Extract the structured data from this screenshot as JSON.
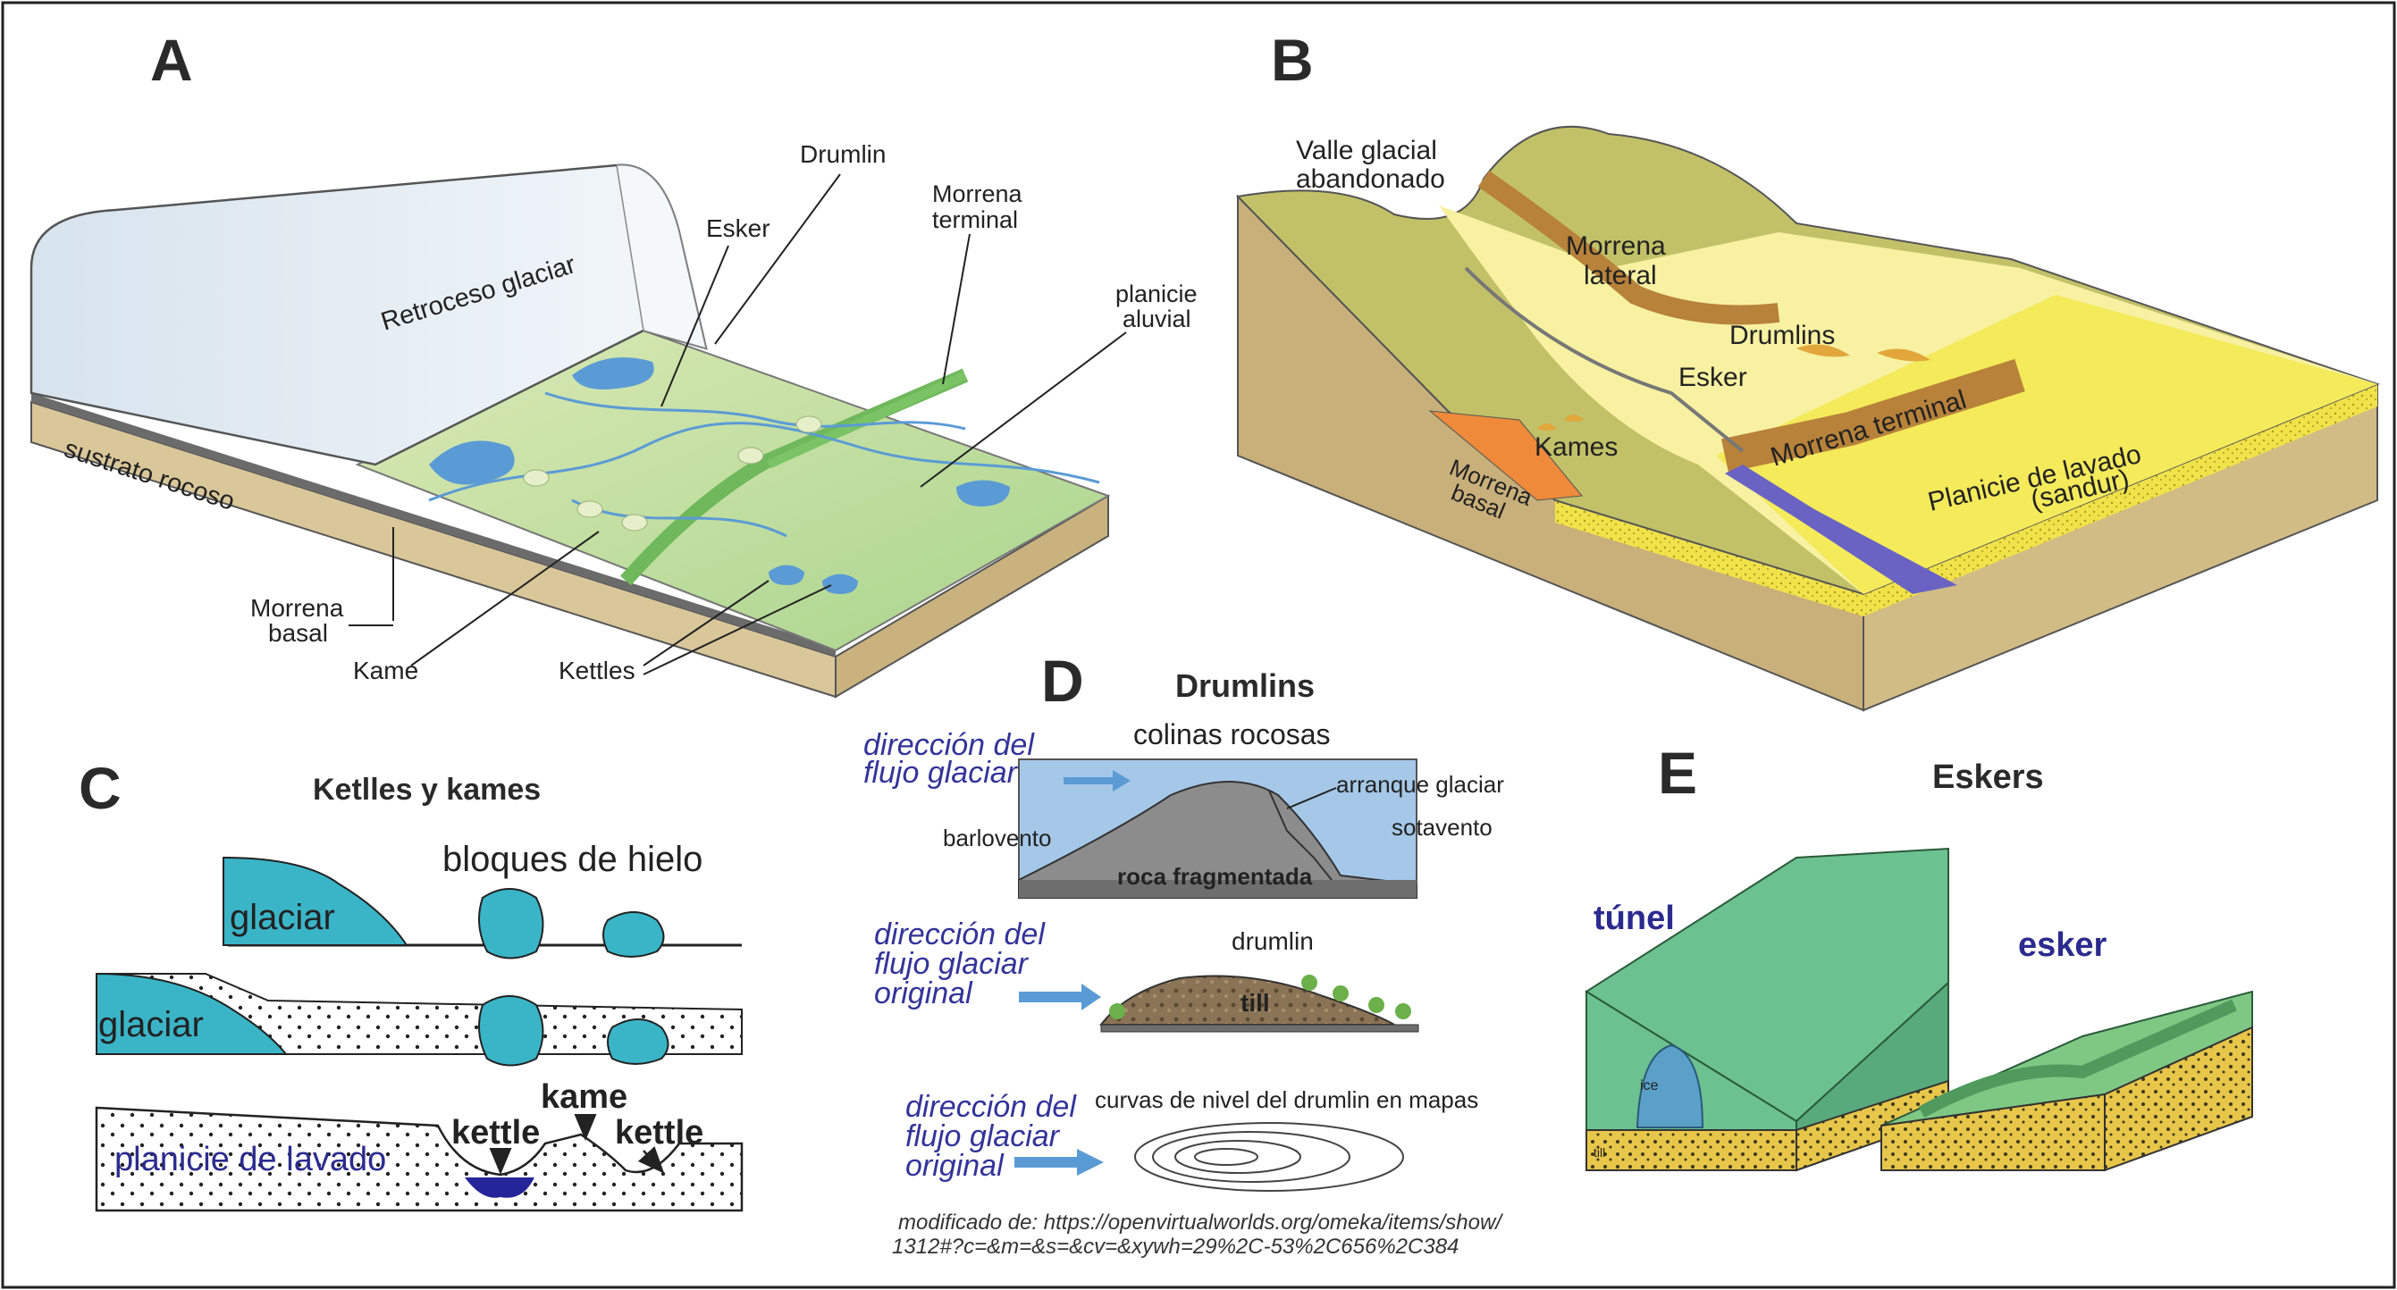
{
  "panel_letters": {
    "a": "A",
    "b": "B",
    "c": "C",
    "d": "D",
    "e": "E"
  },
  "panel_a": {
    "retroceso": "Retroceso glaciar",
    "sustrato": "sustrato rocoso",
    "drumlin": "Drumlin",
    "esker": "Esker",
    "morrena_terminal_1": "Morrena",
    "morrena_terminal_2": "terminal",
    "planicie_1": "planicie",
    "planicie_2": "aluvial",
    "morrena_basal_1": "Morrena",
    "morrena_basal_2": "basal",
    "kame": "Kame",
    "kettles": "Kettles"
  },
  "panel_b": {
    "valle_1": "Valle glacial",
    "valle_2": "abandonado",
    "lateral_1": "Morrena",
    "lateral_2": "lateral",
    "drumlins": "Drumlins",
    "esker": "Esker",
    "kames": "Kames",
    "terminal": "Morrena terminal",
    "basal_1": "Morrena",
    "basal_2": "basal",
    "planicie_1": "Planicie de lavado",
    "planicie_2": "(sandur)"
  },
  "panel_c": {
    "title": "Ketlles y kames",
    "bloques": "bloques de hielo",
    "glaciar_1": "glaciar",
    "glaciar_2": "glaciar",
    "planicie": "planicie de lavado",
    "kame": "kame",
    "kettle_1": "kettle",
    "kettle_2": "kettle"
  },
  "panel_d": {
    "title": "Drumlins",
    "colinas": "colinas rocosas",
    "dir1_1": "dirección del",
    "dir1_2": "flujo glaciar",
    "arranque": "arranque glaciar",
    "barlovento": "barlovento",
    "sotavento": "sotavento",
    "roca": "roca fragmentada",
    "dir2_1": "dirección del",
    "dir2_2": "flujo glaciar",
    "dir2_3": "original",
    "drumlin": "drumlin",
    "till": "till",
    "dir3_1": "dirección del",
    "dir3_2": "flujo glaciar",
    "dir3_3": "original",
    "curvas": "curvas de nivel del drumlin en mapas",
    "source_1": "modificado de: https://openvirtualworlds.org/omeka/items/show/",
    "source_2": "1312#?c=&m=&s=&cv=&xywh=29%2C-53%2C656%2C384"
  },
  "panel_e": {
    "title": "Eskers",
    "tunel": "túnel",
    "esker": "esker",
    "ice": "ice",
    "till": "till"
  },
  "colors": {
    "ice": "#e6eef5",
    "water": "#5b9bd5",
    "outwash_green": "#a8d08d",
    "bedrock": "#d9c79a",
    "sandur_yellow": "#f4ea5a",
    "moraine_brown": "#b8823a",
    "kettle_ice": "#3ab5c8",
    "esker_green": "#6cc190",
    "esker_sand": "#e8c64a",
    "label_blue": "#33339a"
  }
}
